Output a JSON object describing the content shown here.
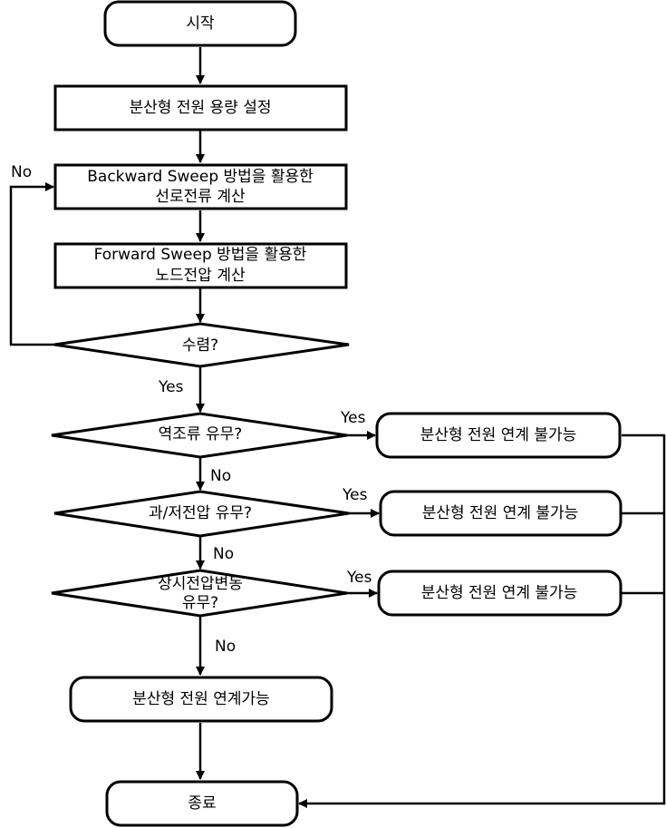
{
  "nodes": {
    "start": "시작",
    "set_capacity": "분산형 전원 용량 설정",
    "backward_l1": "Backward Sweep 방법을 활용한",
    "backward_l2": "선로전류 계산",
    "forward_l1": "Forward Sweep 방법을 활용한",
    "forward_l2": "노드전압 계산",
    "converge": "수렴?",
    "reverse_flow": "역조류 유무?",
    "over_under_voltage": "과/저전압 유무?",
    "voltage_fluct_l1": "상시전압변동",
    "voltage_fluct_l2": "유무?",
    "not_possible_1": "분산형 전원 연계 불가능",
    "not_possible_2": "분산형 전원 연계 불가능",
    "not_possible_3": "분산형 전원 연계 불가능",
    "possible": "분산형 전원 연계가능",
    "end": "종료"
  },
  "edge_labels": {
    "converge_no": "No",
    "converge_yes": "Yes",
    "reverse_yes": "Yes",
    "reverse_no": "No",
    "voltage_yes": "Yes",
    "voltage_no": "No",
    "fluct_yes": "Yes",
    "fluct_no": "No"
  }
}
